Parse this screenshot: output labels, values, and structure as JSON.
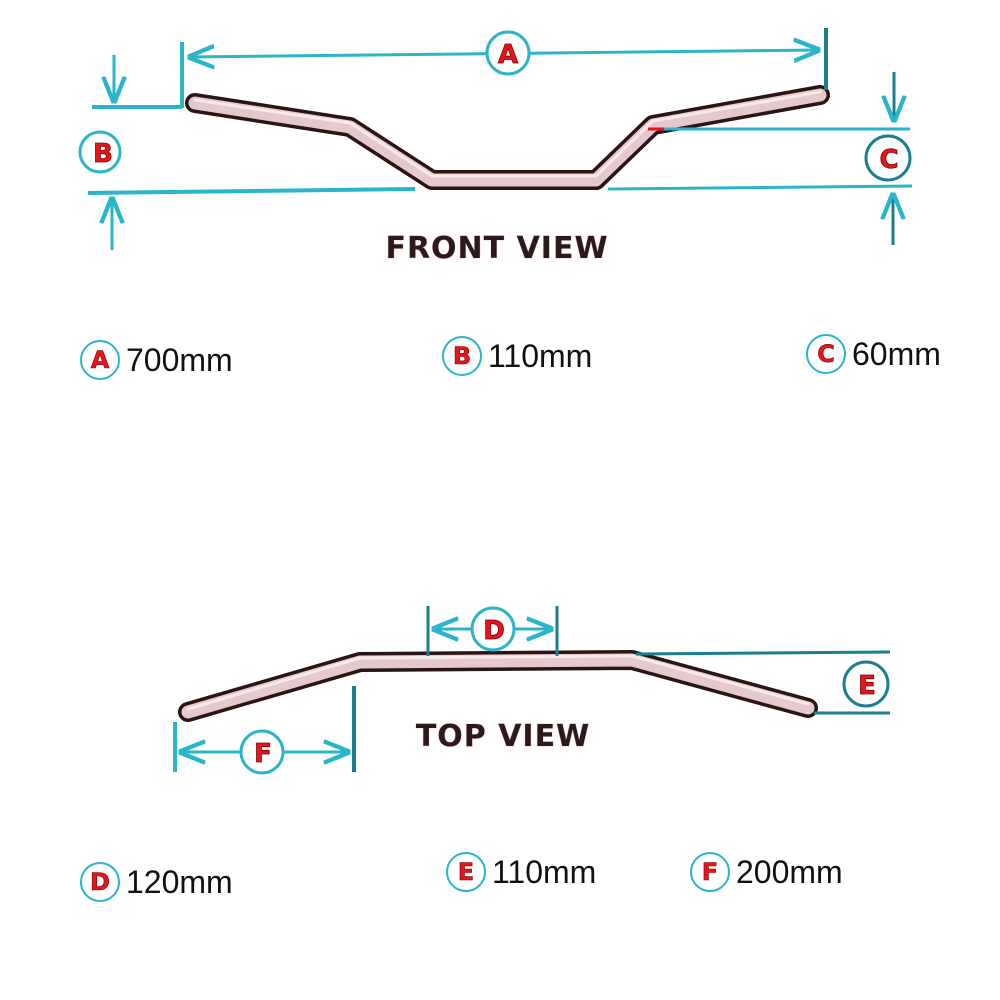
{
  "front_view": {
    "title": "FRONT VIEW",
    "labels": {
      "a": "A",
      "b": "B",
      "c": "C"
    }
  },
  "top_view": {
    "title": "TOP VIEW",
    "labels": {
      "d": "D",
      "e": "E",
      "f": "F"
    }
  },
  "legend": {
    "a": {
      "letter": "A",
      "value": "700mm"
    },
    "b": {
      "letter": "B",
      "value": "110mm"
    },
    "c": {
      "letter": "C",
      "value": "60mm"
    },
    "d": {
      "letter": "D",
      "value": "120mm"
    },
    "e": {
      "letter": "E",
      "value": "110mm"
    },
    "f": {
      "letter": "F",
      "value": "200mm"
    }
  },
  "colors": {
    "dimension_line": "#2ab5c8",
    "bar_fill": "#e6c9cc",
    "bar_outline": "#2a1414",
    "letter": "#e8141b"
  }
}
